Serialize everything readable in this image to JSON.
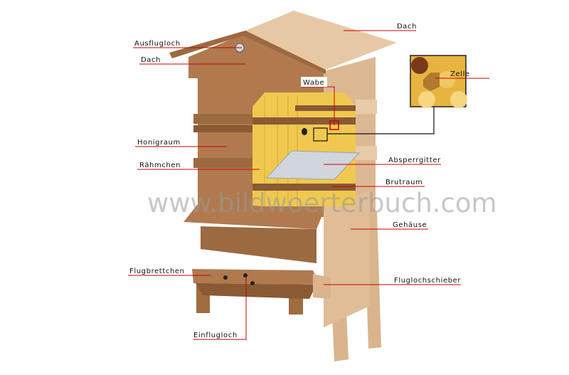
{
  "labels": {
    "dach_top": "Dach",
    "ausflugloch": "Ausflugloch",
    "dach_left": "Dach",
    "wabe": "Wabe",
    "zelle": "Zelle",
    "honigraum": "Honigraum",
    "raehmchen": "Rähmchen",
    "absperrgitter": "Absperrgitter",
    "brutraum": "Brutraum",
    "gehaeuse": "Gehäuse",
    "flugbrettchen": "Flugbrettchen",
    "fluglochschieber": "Fluglochschieber",
    "einflugloch": "Einflugloch"
  },
  "watermark": "www.bildwoerterbuch.com",
  "colors": {
    "leader": "#cc0000",
    "wood": "#b07a4e",
    "wood_light": "#e4c29c",
    "comb": "#f0c850",
    "grid": "#d0d6dc"
  }
}
